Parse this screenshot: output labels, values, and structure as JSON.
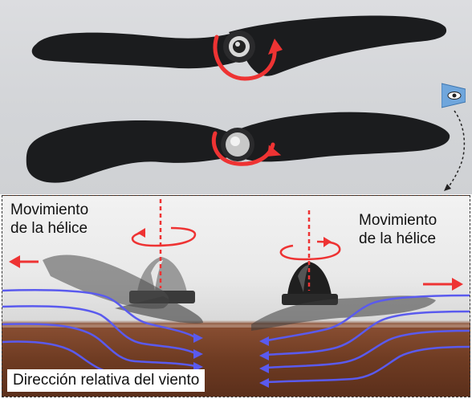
{
  "labels": {
    "propeller_motion_left": [
      "Movimiento",
      "de la hélice"
    ],
    "propeller_motion_right": [
      "Movimiento",
      "de la hélice"
    ],
    "wind_direction": "Dirección relativa del viento"
  },
  "icons": {
    "camera_marker": "eye-icon",
    "rotation_arrows": "rotation-arrow-icon"
  },
  "colors": {
    "rotation_arrows": "#ee3333",
    "airflow_lines": "#5a5aee",
    "camera_marker": "#6fa6dc"
  }
}
